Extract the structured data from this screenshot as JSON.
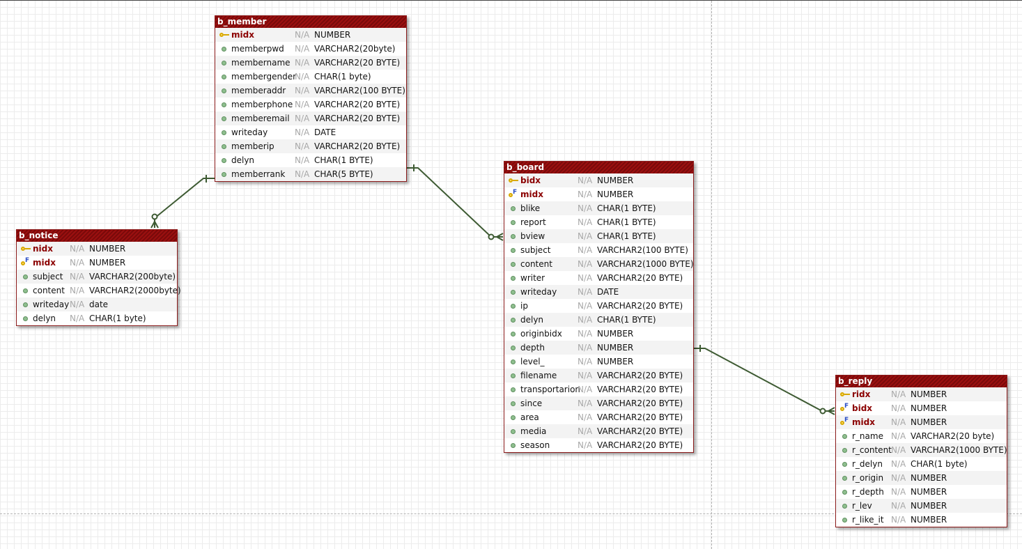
{
  "entities": {
    "b_member": {
      "title": "b_member",
      "rows": [
        {
          "name": "midx",
          "nullable": "N/A",
          "type": "NUMBER",
          "key": "pk",
          "icon": "primary-key-icon"
        },
        {
          "name": "memberpwd",
          "nullable": "N/A",
          "type": "VARCHAR2(20byte)",
          "key": "",
          "icon": "attribute-dot-icon"
        },
        {
          "name": "membername",
          "nullable": "N/A",
          "type": "VARCHAR2(20 BYTE)",
          "key": "",
          "icon": "attribute-dot-icon"
        },
        {
          "name": "membergender",
          "nullable": "N/A",
          "type": "CHAR(1 byte)",
          "key": "",
          "icon": "attribute-dot-icon"
        },
        {
          "name": "memberaddr",
          "nullable": "N/A",
          "type": "VARCHAR2(100 BYTE)",
          "key": "",
          "icon": "attribute-dot-icon"
        },
        {
          "name": "memberphone",
          "nullable": "N/A",
          "type": "VARCHAR2(20 BYTE)",
          "key": "",
          "icon": "attribute-dot-icon"
        },
        {
          "name": "memberemail",
          "nullable": "N/A",
          "type": "VARCHAR2(20 BYTE)",
          "key": "",
          "icon": "attribute-dot-icon"
        },
        {
          "name": "writeday",
          "nullable": "N/A",
          "type": "DATE",
          "key": "",
          "icon": "attribute-dot-icon"
        },
        {
          "name": "memberip",
          "nullable": "N/A",
          "type": "VARCHAR2(20 BYTE)",
          "key": "",
          "icon": "attribute-dot-icon"
        },
        {
          "name": "delyn",
          "nullable": "N/A",
          "type": "CHAR(1 BYTE)",
          "key": "",
          "icon": "attribute-dot-icon"
        },
        {
          "name": "memberrank",
          "nullable": "N/A",
          "type": "CHAR(5 BYTE)",
          "key": "",
          "icon": "attribute-dot-icon"
        }
      ]
    },
    "b_notice": {
      "title": "b_notice",
      "rows": [
        {
          "name": "nidx",
          "nullable": "N/A",
          "type": "NUMBER",
          "key": "pk",
          "icon": "primary-key-icon"
        },
        {
          "name": "midx",
          "nullable": "N/A",
          "type": "NUMBER",
          "key": "fk",
          "icon": "foreign-key-icon"
        },
        {
          "name": "subject",
          "nullable": "N/A",
          "type": "VARCHAR2(200byte)",
          "key": "",
          "icon": "attribute-dot-icon"
        },
        {
          "name": "content",
          "nullable": "N/A",
          "type": "VARCHAR2(2000byte)",
          "key": "",
          "icon": "attribute-dot-icon"
        },
        {
          "name": "writeday",
          "nullable": "N/A",
          "type": "date",
          "key": "",
          "icon": "attribute-dot-icon"
        },
        {
          "name": "delyn",
          "nullable": "N/A",
          "type": "CHAR(1 byte)",
          "key": "",
          "icon": "attribute-dot-icon"
        }
      ]
    },
    "b_board": {
      "title": "b_board",
      "rows": [
        {
          "name": "bidx",
          "nullable": "N/A",
          "type": "NUMBER",
          "key": "pk",
          "icon": "primary-key-icon"
        },
        {
          "name": "midx",
          "nullable": "N/A",
          "type": "NUMBER",
          "key": "fk",
          "icon": "foreign-key-icon"
        },
        {
          "name": "blike",
          "nullable": "N/A",
          "type": "CHAR(1 BYTE)",
          "key": "",
          "icon": "attribute-dot-icon"
        },
        {
          "name": "report",
          "nullable": "N/A",
          "type": "CHAR(1 BYTE)",
          "key": "",
          "icon": "attribute-dot-icon"
        },
        {
          "name": "bview",
          "nullable": "N/A",
          "type": "CHAR(1 BYTE)",
          "key": "",
          "icon": "attribute-dot-icon"
        },
        {
          "name": "subject",
          "nullable": "N/A",
          "type": "VARCHAR2(100 BYTE)",
          "key": "",
          "icon": "attribute-dot-icon"
        },
        {
          "name": "content",
          "nullable": "N/A",
          "type": "VARCHAR2(1000 BYTE)",
          "key": "",
          "icon": "attribute-dot-icon"
        },
        {
          "name": "writer",
          "nullable": "N/A",
          "type": "VARCHAR2(20 BYTE)",
          "key": "",
          "icon": "attribute-dot-icon"
        },
        {
          "name": "writeday",
          "nullable": "N/A",
          "type": "DATE",
          "key": "",
          "icon": "attribute-dot-icon"
        },
        {
          "name": "ip",
          "nullable": "N/A",
          "type": "VARCHAR2(20 BYTE)",
          "key": "",
          "icon": "attribute-dot-icon"
        },
        {
          "name": "delyn",
          "nullable": "N/A",
          "type": "CHAR(1 BYTE)",
          "key": "",
          "icon": "attribute-dot-icon"
        },
        {
          "name": "originbidx",
          "nullable": "N/A",
          "type": "NUMBER",
          "key": "",
          "icon": "attribute-dot-icon"
        },
        {
          "name": "depth",
          "nullable": "N/A",
          "type": "NUMBER",
          "key": "",
          "icon": "attribute-dot-icon"
        },
        {
          "name": "level_",
          "nullable": "N/A",
          "type": "NUMBER",
          "key": "",
          "icon": "attribute-dot-icon"
        },
        {
          "name": "filename",
          "nullable": "N/A",
          "type": "VARCHAR2(20 BYTE)",
          "key": "",
          "icon": "attribute-dot-icon"
        },
        {
          "name": "transportarion",
          "nullable": "N/A",
          "type": "VARCHAR2(20 BYTE)",
          "key": "",
          "icon": "attribute-dot-icon"
        },
        {
          "name": "since",
          "nullable": "N/A",
          "type": "VARCHAR2(20 BYTE)",
          "key": "",
          "icon": "attribute-dot-icon"
        },
        {
          "name": "area",
          "nullable": "N/A",
          "type": "VARCHAR2(20 BYTE)",
          "key": "",
          "icon": "attribute-dot-icon"
        },
        {
          "name": "media",
          "nullable": "N/A",
          "type": "VARCHAR2(20 BYTE)",
          "key": "",
          "icon": "attribute-dot-icon"
        },
        {
          "name": "season",
          "nullable": "N/A",
          "type": "VARCHAR2(20 BYTE)",
          "key": "",
          "icon": "attribute-dot-icon"
        }
      ]
    },
    "b_reply": {
      "title": "b_reply",
      "rows": [
        {
          "name": "ridx",
          "nullable": "N/A",
          "type": "NUMBER",
          "key": "pk",
          "icon": "primary-key-icon"
        },
        {
          "name": "bidx",
          "nullable": "N/A",
          "type": "NUMBER",
          "key": "fk",
          "icon": "foreign-key-icon"
        },
        {
          "name": "midx",
          "nullable": "N/A",
          "type": "NUMBER",
          "key": "fk",
          "icon": "foreign-key-icon"
        },
        {
          "name": "r_name",
          "nullable": "N/A",
          "type": "VARCHAR2(20 byte)",
          "key": "",
          "icon": "attribute-dot-icon"
        },
        {
          "name": "r_content",
          "nullable": "N/A",
          "type": "VARCHAR2(1000 BYTE)",
          "key": "",
          "icon": "attribute-dot-icon"
        },
        {
          "name": "r_delyn",
          "nullable": "N/A",
          "type": "CHAR(1 byte)",
          "key": "",
          "icon": "attribute-dot-icon"
        },
        {
          "name": "r_origin",
          "nullable": "N/A",
          "type": "NUMBER",
          "key": "",
          "icon": "attribute-dot-icon"
        },
        {
          "name": "r_depth",
          "nullable": "N/A",
          "type": "NUMBER",
          "key": "",
          "icon": "attribute-dot-icon"
        },
        {
          "name": "r_lev",
          "nullable": "N/A",
          "type": "NUMBER",
          "key": "",
          "icon": "attribute-dot-icon"
        },
        {
          "name": "r_like_it",
          "nullable": "N/A",
          "type": "NUMBER",
          "key": "",
          "icon": "attribute-dot-icon"
        }
      ]
    }
  },
  "relationships": [
    {
      "from": "b_member",
      "to": "b_notice",
      "parent_end": "one",
      "child_end": "zero-or-many"
    },
    {
      "from": "b_member",
      "to": "b_board",
      "parent_end": "one",
      "child_end": "zero-or-many"
    },
    {
      "from": "b_board",
      "to": "b_reply",
      "parent_end": "one",
      "child_end": "zero-or-many"
    }
  ],
  "colors": {
    "header": "#8b1a1a",
    "key_name": "#8b0000",
    "relation_line": "#3d5a32",
    "nullable_text": "#a8a8a8"
  }
}
